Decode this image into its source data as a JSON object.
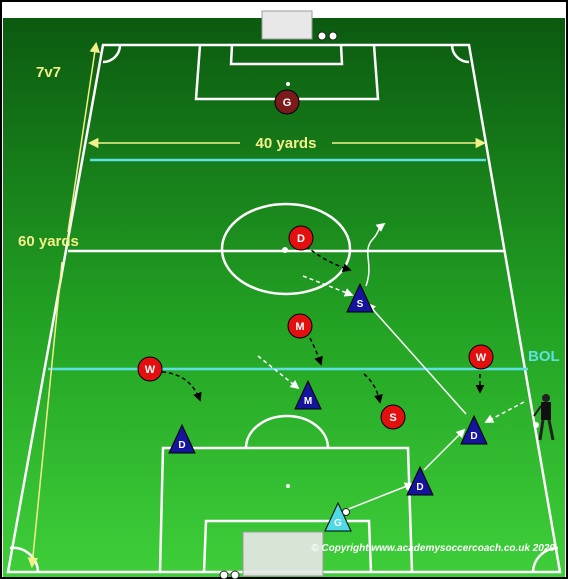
{
  "labels": {
    "format": "7v7",
    "length": "60 yards",
    "width": "40 yards",
    "bol": "BOL",
    "copyright": "© Copyright www.academysoccercoach.co.uk 2020"
  },
  "colors": {
    "grass_light": "#3fcf3a",
    "grass_dark": "#0b5a10",
    "line_white": "#ffffff",
    "line_cyan": "#5fe0e0",
    "label_yellow": "#f3f08a",
    "team_red": "#e31010",
    "team_blue": "#14149c",
    "keeper_red": "#7a1a1a",
    "keeper_cyan": "#4fd8e6"
  },
  "players": {
    "red_keeper": "G",
    "red_defender": "D",
    "red_midfielder": "M",
    "red_winger_left": "W",
    "red_winger_right": "W",
    "red_striker": "S",
    "blue_striker": "S",
    "blue_midfielder": "M",
    "blue_defender_left": "D",
    "blue_defender_center": "D",
    "blue_defender_right": "D",
    "blue_keeper": "G"
  }
}
